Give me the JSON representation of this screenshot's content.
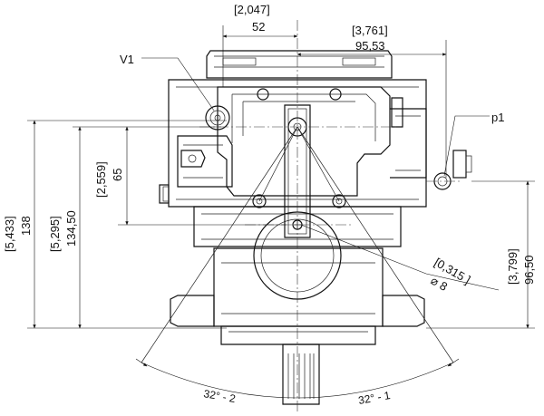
{
  "labels": {
    "v1": "V1",
    "p1": "p1"
  },
  "dimensions": {
    "top_width_inch": "[2,047]",
    "top_width_mm": "52",
    "right_offset_inch": "[3,761]",
    "right_offset_mm": "95,53",
    "overall_height_inch": "[5,433]",
    "overall_height_mm": "138",
    "port_height_inch": "[5,295]",
    "port_height_mm": "134,50",
    "pivot_height_inch": "[2,559]",
    "pivot_height_mm": "65",
    "p1_height_inch": "[3,799]",
    "p1_height_mm": "96,50",
    "hole_dia_inch": "[0,315 ]",
    "hole_dia_mm": "⌀ 8"
  },
  "angles": {
    "left": "32° - 2",
    "right": "32° - 1"
  }
}
